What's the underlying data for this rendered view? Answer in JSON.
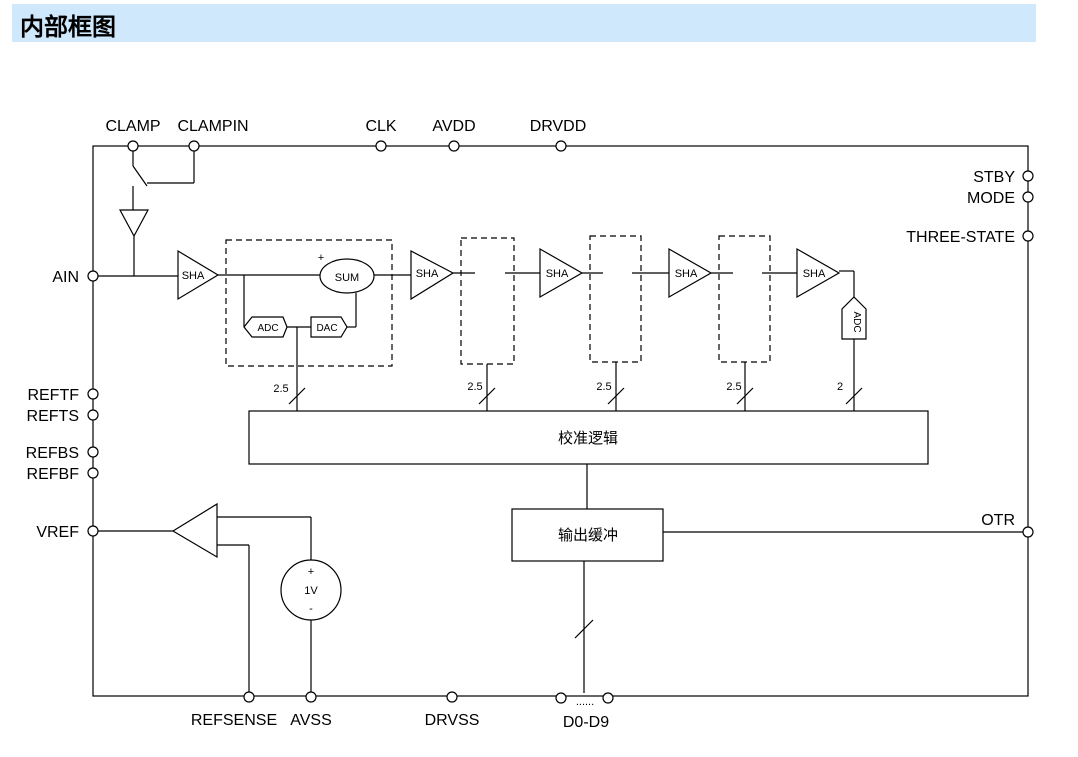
{
  "title": "内部框图",
  "pins": {
    "clamp": "CLAMP",
    "clampin": "CLAMPIN",
    "clk": "CLK",
    "avdd": "AVDD",
    "drvdd": "DRVDD",
    "stby": "STBY",
    "mode": "MODE",
    "three_state": "THREE-STATE",
    "ain": "AIN",
    "reftf": "REFTF",
    "refts": "REFTS",
    "refbs": "REFBS",
    "refbf": "REFBF",
    "vref": "VREF",
    "otr": "OTR",
    "refsense": "REFSENSE",
    "avss": "AVSS",
    "drvss": "DRVSS",
    "d0_d9": "D0-D9",
    "dots": "......"
  },
  "blocks": {
    "sha": "SHA",
    "sum": "SUM",
    "adc": "ADC",
    "dac": "DAC",
    "plus": "+",
    "minus": "-",
    "source_value": "1V",
    "calibration_logic": "校准逻辑",
    "output_buffer": "输出缓冲"
  },
  "bus_widths": [
    "2.5",
    "2.5",
    "2.5",
    "2.5",
    "2"
  ]
}
